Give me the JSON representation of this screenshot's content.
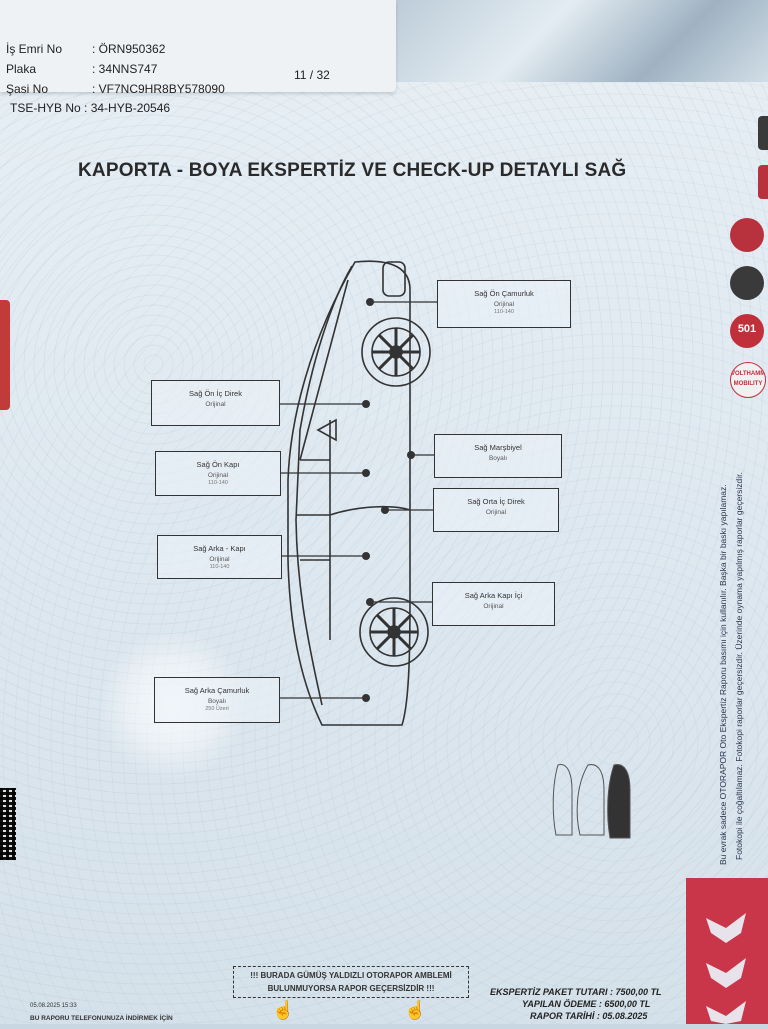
{
  "header": {
    "fields": [
      {
        "key": "İş Emri No",
        "value": ": ÖRN950362"
      },
      {
        "key": "Plaka",
        "value": ": 34NNS747"
      },
      {
        "key": "Şasi No",
        "value": ": VF7NC9HR8BY578090"
      }
    ],
    "page_indicator": "11 / 32",
    "tse_label": "TSE-HYB No",
    "tse_value": ": 34-HYB-20546"
  },
  "title": "KAPORTA - BOYA EKSPERTİZ VE CHECK-UP DETAYLI SAĞ",
  "parts": [
    {
      "name": "Sağ Ön Çamurluk",
      "status": "Orijinal",
      "sub": "110-140"
    },
    {
      "name": "Sağ Ön İç Direk",
      "status": "Orijinal",
      "sub": ""
    },
    {
      "name": "Sağ Ön Kapı",
      "status": "Orijinal",
      "sub": "110-140"
    },
    {
      "name": "Sağ Marşbiyel",
      "status": "Boyalı",
      "sub": ""
    },
    {
      "name": "Sağ Orta İç Direk",
      "status": "Orijinal",
      "sub": ""
    },
    {
      "name": "Sağ Arka - Kapı",
      "status": "Orijinal",
      "sub": "110-140"
    },
    {
      "name": "Sağ Arka Kapı İçi",
      "status": "Orijinal",
      "sub": ""
    },
    {
      "name": "Sağ Arka Çamurluk",
      "status": "Boyalı",
      "sub": "250 Üzeri"
    }
  ],
  "side_text": [
    "Bu evrak sadece OTORAPOR Oto Ekspertiz Raporu basımı için kullanılır. Başka bir baskı yapılamaz.",
    "Fotokopi ile çoğaltılamaz. Fotokopi raporlar geçersizdir. Üzerinde oynama yapılmış raporlar geçersizdir."
  ],
  "badges": [
    "501",
    "VOLTHAMMER MOBILITY"
  ],
  "notice": {
    "line1": "!!! BURADA GÜMÜŞ YALDIZLI OTORAPOR AMBLEMİ",
    "line2": "BULUNMUYORSA RAPOR GEÇERSİZDİR !!!"
  },
  "fees": [
    {
      "label": "EKSPERTİZ PAKET TUTARI :",
      "value": "7500,00 TL"
    },
    {
      "label": "YAPILAN ÖDEME :",
      "value": "6500,00 TL"
    },
    {
      "label": "RAPOR TARİHİ :",
      "value": "05.08.2025"
    }
  ],
  "footer": {
    "timestamp": "05.08.2025 15:33",
    "download_text": "BU RAPORU TELEFONUNUZA İNDİRMEK İÇİN"
  },
  "colors": {
    "paper": "#dde7ef",
    "ink": "#2a2a2a",
    "brand_red": "#c9364a"
  },
  "icons": [
    "qr-code-icon",
    "hand-pointer-icon",
    "car-outline-icon",
    "wheel-icon"
  ]
}
